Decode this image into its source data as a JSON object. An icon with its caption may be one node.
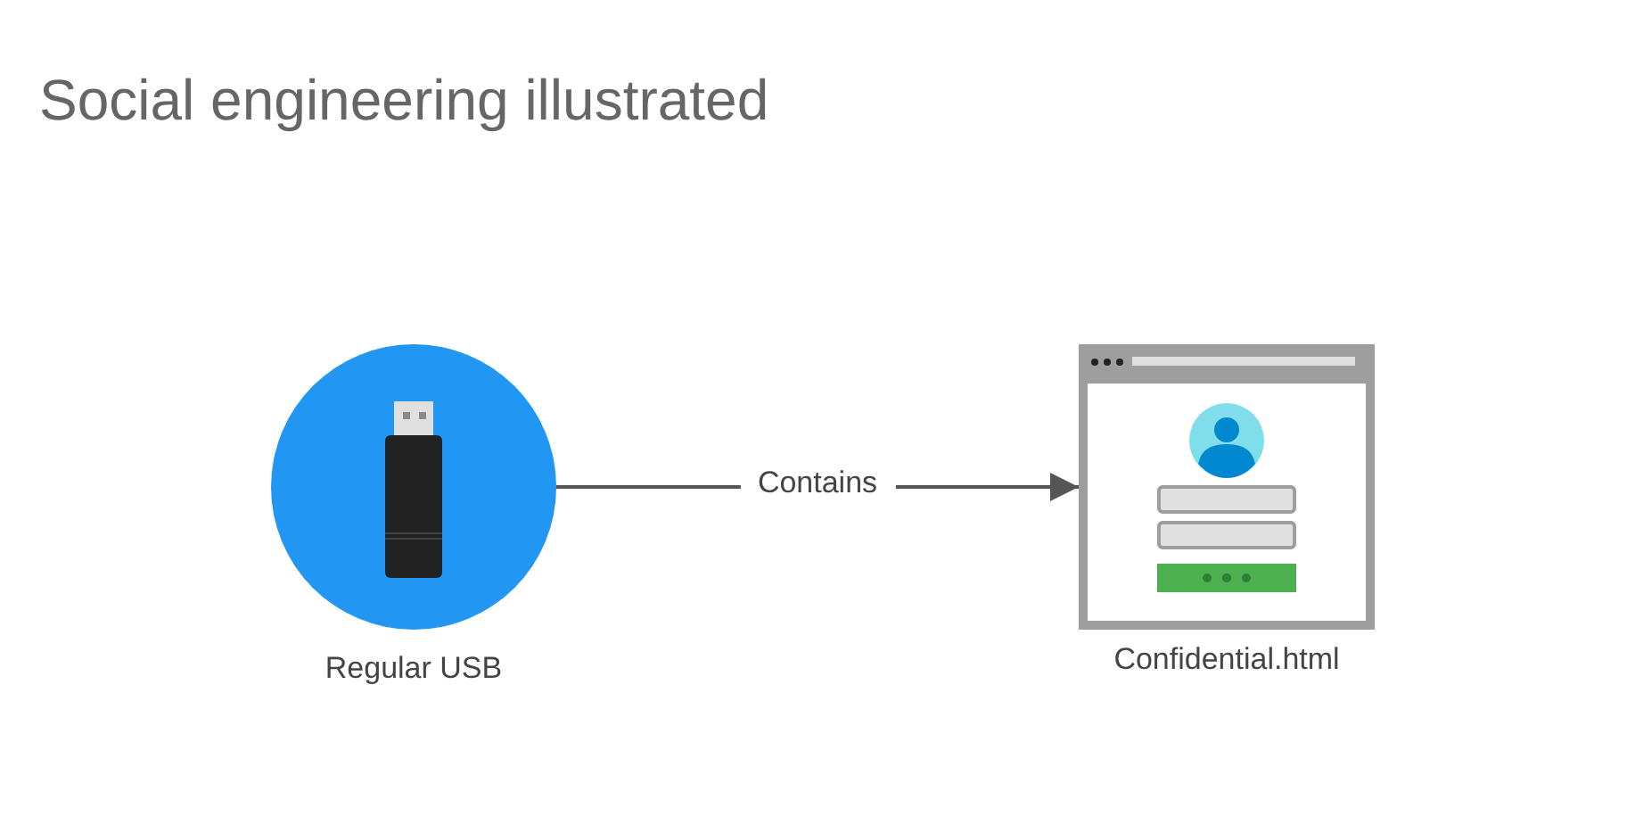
{
  "diagram": {
    "title": "Social engineering illustrated",
    "nodes": [
      {
        "text": [],
        "shape": "circle",
        "beside": [
          "Regular USB"
        ]
      },
      {
        "text": [],
        "shape": "picture",
        "beside": [
          "Confidential.html"
        ]
      }
    ],
    "edges": [
      {
        "from": 0,
        "to": 1,
        "arrow": "to",
        "label": "Contains"
      }
    ]
  }
}
